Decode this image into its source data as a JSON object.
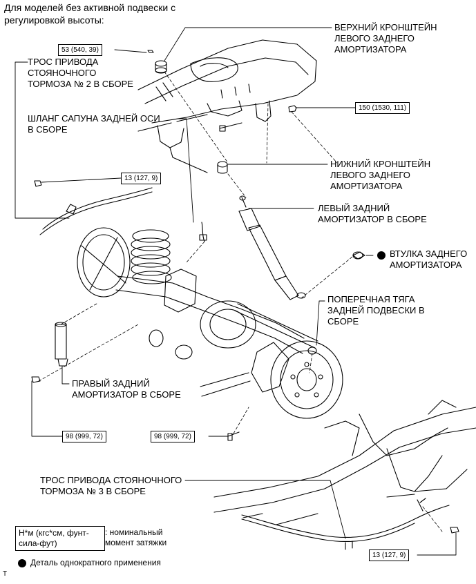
{
  "heading": "Для моделей без активной подвески с\nрегулировкой высоты:",
  "labels": {
    "upper_bracket": "ВЕРХНИЙ КРОНШТЕЙН\nЛЕВОГО ЗАДНЕГО\nАМОРТИЗАТОРА",
    "parking_cable_2": "ТРОС ПРИВОДА\nСТОЯНОЧНОГО\nТОРМОЗА № 2 В СБОРЕ",
    "breather_hose": "ШЛАНГ САПУНА ЗАДНЕЙ ОСИ\nВ СБОРЕ",
    "lower_bracket": "НИЖНИЙ КРОНШТЕЙН\nЛЕВОГО ЗАДНЕГО\nАМОРТИЗАТОРА",
    "left_shock": "ЛЕВЫЙ ЗАДНИЙ\nАМОРТИЗАТОР В СБОРЕ",
    "shock_bushing": "ВТУЛКА ЗАДНЕГО\nАМОРТИЗАТОРА",
    "lateral_rod": "ПОПЕРЕЧНАЯ ТЯГА\nЗАДНЕЙ ПОДВЕСКИ В\nСБОРЕ",
    "right_shock": "ПРАВЫЙ ЗАДНИЙ\nАМОРТИЗАТОР В СБОРЕ",
    "parking_cable_3": "ТРОС ПРИВОДА СТОЯНОЧНОГО\nТОРМОЗА № 3 В СБОРЕ"
  },
  "torques": {
    "t53": "53 (540, 39)",
    "t150": "150 (1530, 111)",
    "t13a": "13 (127, 9)",
    "t98a": "98 (999, 72)",
    "t98b": "98 (999, 72)",
    "t13b": "13 (127, 9)"
  },
  "legend": {
    "unit_box": "Н*м (кгс*см, фунт-\nсила-фут)",
    "unit_desc": ": номинальный\nмомент затяжки",
    "single_use": "Деталь однократного применения"
  },
  "corner_mark": "T",
  "colors": {
    "line": "#000000",
    "leader": "#000000",
    "background": "#ffffff"
  }
}
